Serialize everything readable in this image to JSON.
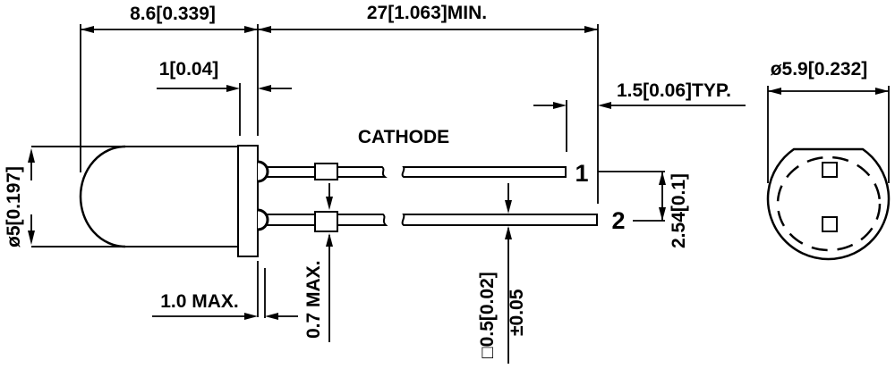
{
  "drawing": {
    "side_view": {
      "dim_epoxy_length": "8.6[0.339]",
      "dim_lead_length_min": "27[1.063]MIN.",
      "dim_flange_thickness": "1[0.04]",
      "dim_lead_stagger_typ": "1.5[0.06]TYP.",
      "cathode_label": "CATHODE",
      "dim_body_diameter": "ø5[0.197]",
      "pin1": "1",
      "pin2": "2",
      "dim_lead_pitch": "2.54[0.1]",
      "dim_epoxy_meniscus_max": "1.0 MAX.",
      "dim_standoff_max": "0.7 MAX.",
      "dim_lead_section": "□0.5[0.02]",
      "dim_lead_section_tol": "±0.05"
    },
    "end_view": {
      "dim_flange_diameter": "ø5.9[0.232]"
    },
    "colors": {
      "line": "#000000",
      "background": "#ffffff"
    }
  }
}
